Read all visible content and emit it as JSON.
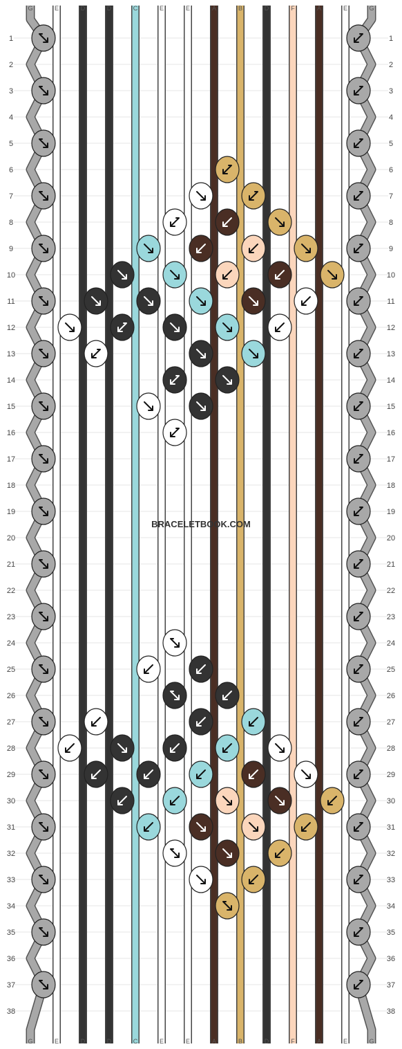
{
  "watermark": "BRACELETBOOK.COM",
  "strings": {
    "top": [
      "G",
      "E",
      "D",
      "D",
      "C",
      "E",
      "E",
      "A",
      "B",
      "D",
      "F",
      "A",
      "E",
      "G"
    ],
    "bottom": [
      "G",
      "E",
      "D",
      "D",
      "C",
      "E",
      "E",
      "A",
      "B",
      "D",
      "F",
      "A",
      "E",
      "G"
    ]
  },
  "colors": {
    "A": "#4a2e24",
    "B": "#d9b46a",
    "C": "#9ad8dc",
    "D": "#333333",
    "E": "#ffffff",
    "F": "#fbd6bc",
    "G": "#a8a8a8"
  },
  "rows": {
    "left": [
      "1",
      "2",
      "3",
      "4",
      "5",
      "6",
      "7",
      "8",
      "9",
      "10",
      "11",
      "12",
      "13",
      "14",
      "15",
      "16",
      "17",
      "18",
      "19",
      "20",
      "21",
      "22",
      "23",
      "24",
      "25",
      "26",
      "27",
      "28",
      "29",
      "30",
      "31",
      "32",
      "33",
      "34",
      "35",
      "36",
      "37",
      "38"
    ],
    "right": [
      "1",
      "2",
      "3",
      "4",
      "5",
      "6",
      "7",
      "8",
      "9",
      "10",
      "11",
      "12",
      "13",
      "14",
      "15",
      "16",
      "17",
      "18",
      "19",
      "20",
      "21",
      "22",
      "23",
      "24",
      "25",
      "26",
      "27",
      "28",
      "29",
      "30",
      "31",
      "32",
      "33",
      "34",
      "35",
      "36",
      "37",
      "38"
    ]
  },
  "knots": [
    {
      "r": 1,
      "c": 0,
      "color": "G",
      "dir": "fb"
    },
    {
      "r": 1,
      "c": 12,
      "color": "G",
      "dir": "bf"
    },
    {
      "r": 3,
      "c": 0,
      "color": "G",
      "dir": "fb"
    },
    {
      "r": 3,
      "c": 12,
      "color": "G",
      "dir": "bf"
    },
    {
      "r": 5,
      "c": 0,
      "color": "G",
      "dir": "fb"
    },
    {
      "r": 5,
      "c": 12,
      "color": "G",
      "dir": "bf"
    },
    {
      "r": 6,
      "c": 7,
      "color": "B",
      "dir": "bf"
    },
    {
      "r": 7,
      "c": 0,
      "color": "G",
      "dir": "fb"
    },
    {
      "r": 7,
      "c": 6,
      "color": "E",
      "dir": "r"
    },
    {
      "r": 7,
      "c": 8,
      "color": "B",
      "dir": "bf"
    },
    {
      "r": 7,
      "c": 12,
      "color": "G",
      "dir": "bf"
    },
    {
      "r": 8,
      "c": 5,
      "color": "E",
      "dir": "bf"
    },
    {
      "r": 8,
      "c": 7,
      "color": "A",
      "dir": "l"
    },
    {
      "r": 8,
      "c": 9,
      "color": "B",
      "dir": "r"
    },
    {
      "r": 9,
      "c": 0,
      "color": "G",
      "dir": "fb"
    },
    {
      "r": 9,
      "c": 4,
      "color": "C",
      "dir": "r"
    },
    {
      "r": 9,
      "c": 6,
      "color": "A",
      "dir": "l"
    },
    {
      "r": 9,
      "c": 8,
      "color": "F",
      "dir": "l"
    },
    {
      "r": 9,
      "c": 10,
      "color": "B",
      "dir": "r"
    },
    {
      "r": 9,
      "c": 12,
      "color": "G",
      "dir": "bf"
    },
    {
      "r": 10,
      "c": 3,
      "color": "D",
      "dir": "r"
    },
    {
      "r": 10,
      "c": 5,
      "color": "C",
      "dir": "r"
    },
    {
      "r": 10,
      "c": 7,
      "color": "F",
      "dir": "l"
    },
    {
      "r": 10,
      "c": 9,
      "color": "A",
      "dir": "l"
    },
    {
      "r": 10,
      "c": 11,
      "color": "B",
      "dir": "r"
    },
    {
      "r": 11,
      "c": 0,
      "color": "G",
      "dir": "fb"
    },
    {
      "r": 11,
      "c": 2,
      "color": "D",
      "dir": "r"
    },
    {
      "r": 11,
      "c": 4,
      "color": "D",
      "dir": "r"
    },
    {
      "r": 11,
      "c": 6,
      "color": "C",
      "dir": "r"
    },
    {
      "r": 11,
      "c": 8,
      "color": "A",
      "dir": "r"
    },
    {
      "r": 11,
      "c": 10,
      "color": "E",
      "dir": "l"
    },
    {
      "r": 11,
      "c": 12,
      "color": "G",
      "dir": "bf"
    },
    {
      "r": 12,
      "c": 1,
      "color": "E",
      "dir": "r"
    },
    {
      "r": 12,
      "c": 3,
      "color": "D",
      "dir": "bf"
    },
    {
      "r": 12,
      "c": 5,
      "color": "D",
      "dir": "r"
    },
    {
      "r": 12,
      "c": 7,
      "color": "C",
      "dir": "r"
    },
    {
      "r": 12,
      "c": 9,
      "color": "E",
      "dir": "l"
    },
    {
      "r": 13,
      "c": 0,
      "color": "G",
      "dir": "fb"
    },
    {
      "r": 13,
      "c": 2,
      "color": "E",
      "dir": "bf"
    },
    {
      "r": 13,
      "c": 6,
      "color": "D",
      "dir": "r"
    },
    {
      "r": 13,
      "c": 8,
      "color": "C",
      "dir": "r"
    },
    {
      "r": 13,
      "c": 12,
      "color": "G",
      "dir": "bf"
    },
    {
      "r": 14,
      "c": 5,
      "color": "D",
      "dir": "bf"
    },
    {
      "r": 14,
      "c": 7,
      "color": "D",
      "dir": "r"
    },
    {
      "r": 15,
      "c": 0,
      "color": "G",
      "dir": "fb"
    },
    {
      "r": 15,
      "c": 4,
      "color": "E",
      "dir": "r"
    },
    {
      "r": 15,
      "c": 6,
      "color": "D",
      "dir": "r"
    },
    {
      "r": 15,
      "c": 12,
      "color": "G",
      "dir": "bf"
    },
    {
      "r": 16,
      "c": 5,
      "color": "E",
      "dir": "bf"
    },
    {
      "r": 17,
      "c": 0,
      "color": "G",
      "dir": "fb"
    },
    {
      "r": 17,
      "c": 12,
      "color": "G",
      "dir": "bf"
    },
    {
      "r": 19,
      "c": 0,
      "color": "G",
      "dir": "fb"
    },
    {
      "r": 19,
      "c": 12,
      "color": "G",
      "dir": "bf"
    },
    {
      "r": 21,
      "c": 0,
      "color": "G",
      "dir": "fb"
    },
    {
      "r": 21,
      "c": 12,
      "color": "G",
      "dir": "bf"
    },
    {
      "r": 23,
      "c": 0,
      "color": "G",
      "dir": "fb"
    },
    {
      "r": 23,
      "c": 12,
      "color": "G",
      "dir": "bf"
    },
    {
      "r": 24,
      "c": 5,
      "color": "E",
      "dir": "fb"
    },
    {
      "r": 25,
      "c": 0,
      "color": "G",
      "dir": "fb"
    },
    {
      "r": 25,
      "c": 4,
      "color": "E",
      "dir": "l"
    },
    {
      "r": 25,
      "c": 6,
      "color": "D",
      "dir": "l"
    },
    {
      "r": 25,
      "c": 12,
      "color": "G",
      "dir": "bf"
    },
    {
      "r": 26,
      "c": 5,
      "color": "D",
      "dir": "fb"
    },
    {
      "r": 26,
      "c": 7,
      "color": "D",
      "dir": "l"
    },
    {
      "r": 27,
      "c": 0,
      "color": "G",
      "dir": "fb"
    },
    {
      "r": 27,
      "c": 2,
      "color": "E",
      "dir": "l"
    },
    {
      "r": 27,
      "c": 6,
      "color": "D",
      "dir": "l"
    },
    {
      "r": 27,
      "c": 8,
      "color": "C",
      "dir": "l"
    },
    {
      "r": 27,
      "c": 12,
      "color": "G",
      "dir": "bf"
    },
    {
      "r": 28,
      "c": 1,
      "color": "E",
      "dir": "l"
    },
    {
      "r": 28,
      "c": 3,
      "color": "D",
      "dir": "r"
    },
    {
      "r": 28,
      "c": 5,
      "color": "D",
      "dir": "l"
    },
    {
      "r": 28,
      "c": 7,
      "color": "C",
      "dir": "l"
    },
    {
      "r": 28,
      "c": 9,
      "color": "E",
      "dir": "r"
    },
    {
      "r": 29,
      "c": 0,
      "color": "G",
      "dir": "fb"
    },
    {
      "r": 29,
      "c": 2,
      "color": "D",
      "dir": "l"
    },
    {
      "r": 29,
      "c": 4,
      "color": "D",
      "dir": "l"
    },
    {
      "r": 29,
      "c": 6,
      "color": "C",
      "dir": "l"
    },
    {
      "r": 29,
      "c": 8,
      "color": "A",
      "dir": "l"
    },
    {
      "r": 29,
      "c": 10,
      "color": "E",
      "dir": "r"
    },
    {
      "r": 29,
      "c": 12,
      "color": "G",
      "dir": "bf"
    },
    {
      "r": 30,
      "c": 3,
      "color": "D",
      "dir": "l"
    },
    {
      "r": 30,
      "c": 5,
      "color": "C",
      "dir": "l"
    },
    {
      "r": 30,
      "c": 7,
      "color": "F",
      "dir": "r"
    },
    {
      "r": 30,
      "c": 9,
      "color": "A",
      "dir": "r"
    },
    {
      "r": 30,
      "c": 11,
      "color": "B",
      "dir": "l"
    },
    {
      "r": 31,
      "c": 0,
      "color": "G",
      "dir": "fb"
    },
    {
      "r": 31,
      "c": 4,
      "color": "C",
      "dir": "l"
    },
    {
      "r": 31,
      "c": 6,
      "color": "A",
      "dir": "r"
    },
    {
      "r": 31,
      "c": 8,
      "color": "F",
      "dir": "r"
    },
    {
      "r": 31,
      "c": 10,
      "color": "B",
      "dir": "l"
    },
    {
      "r": 31,
      "c": 12,
      "color": "G",
      "dir": "bf"
    },
    {
      "r": 32,
      "c": 5,
      "color": "E",
      "dir": "fb"
    },
    {
      "r": 32,
      "c": 7,
      "color": "A",
      "dir": "r"
    },
    {
      "r": 32,
      "c": 9,
      "color": "B",
      "dir": "l"
    },
    {
      "r": 33,
      "c": 0,
      "color": "G",
      "dir": "fb"
    },
    {
      "r": 33,
      "c": 6,
      "color": "E",
      "dir": "r"
    },
    {
      "r": 33,
      "c": 8,
      "color": "B",
      "dir": "l"
    },
    {
      "r": 33,
      "c": 12,
      "color": "G",
      "dir": "bf"
    },
    {
      "r": 34,
      "c": 7,
      "color": "B",
      "dir": "fb"
    },
    {
      "r": 35,
      "c": 0,
      "color": "G",
      "dir": "fb"
    },
    {
      "r": 35,
      "c": 12,
      "color": "G",
      "dir": "bf"
    },
    {
      "r": 37,
      "c": 0,
      "color": "G",
      "dir": "fb"
    },
    {
      "r": 37,
      "c": 12,
      "color": "G",
      "dir": "bf"
    }
  ]
}
